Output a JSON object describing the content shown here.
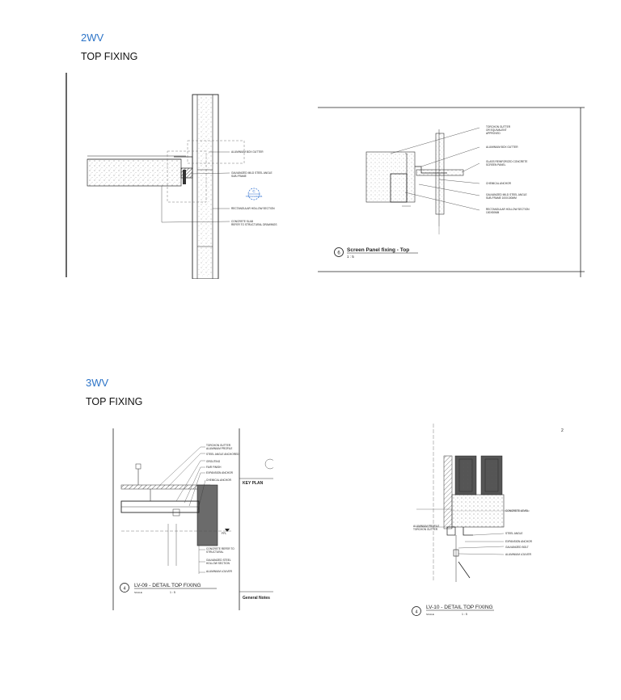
{
  "sections": [
    {
      "code": "2WV",
      "title": "TOP FIXING",
      "drawing_a": {
        "labels": [
          "ALUMINIUM BOX GUTTER",
          "GALVANIZED MILD STEEL ANGLE",
          "SUB-FRAME",
          "RECTANGULAR HOLLOW SECTION",
          "CONCRETE SLAB",
          "REFER TO STRUCTURAL DRAWINGS"
        ],
        "callout_number": "C",
        "callout_ref": "7WV/A/A/DH05"
      },
      "drawing_b": {
        "labels": [
          "TORCHON GUTTER",
          "OR EQUIVALENT",
          "APPROVED",
          "ALUMINIUM BOX GUTTER",
          "GLASS REINFORCED CONCRETE",
          "SCREEN PANEL",
          "CHEMICAL ANCHOR",
          "GALVANIZED MILD STEEL ANGLE",
          "SUB-FRAME 100X100MM",
          "RECTANGULAR HOLLOW SECTION",
          "100X50MM"
        ],
        "caption_number": "6",
        "caption_title": "Screen Panel fixing - Top",
        "caption_scale": "1 : 5"
      }
    },
    {
      "code": "3WV",
      "title": "TOP FIXING",
      "drawing_a": {
        "labels": [
          "TORCHON GUTTER",
          "ALUMINIUM PROFILE",
          "STEEL ANGLE ANCHORED",
          "GROUTING",
          "FAIR FINISH",
          "EXPANSION ANCHOR",
          "CHEMICAL ANCHOR",
          "CONCRETE REFER TO",
          "STRUCTURAL",
          "GALVANIZED STEEL",
          "HOLLOW SECTION",
          "ALUMINIUM LOUVER"
        ],
        "side_labels": [
          "KEY PLAN",
          "General Notes"
        ],
        "level_label": "FFL",
        "caption_number": "4",
        "caption_title": "LV-09 - DETAIL TOP FIXING",
        "caption_scale_label": "SCALE",
        "caption_scale": "1 : 5"
      },
      "drawing_b": {
        "labels": [
          "CONCRETE LEVEL",
          "STEEL ANGLE",
          "EXPANSION ANCHOR",
          "GALVANIZED BOLT",
          "ALUMINIUM LOUVER"
        ],
        "left_labels": [
          "ALUMINIUM PROFILE",
          "TORCHON GUTTER"
        ],
        "corner_mark": "2",
        "caption_number": "4",
        "caption_title": "LV-10 - DETAIL TOP FIXING",
        "caption_scale_label": "SCALE",
        "caption_scale": "1 : 5"
      }
    }
  ]
}
